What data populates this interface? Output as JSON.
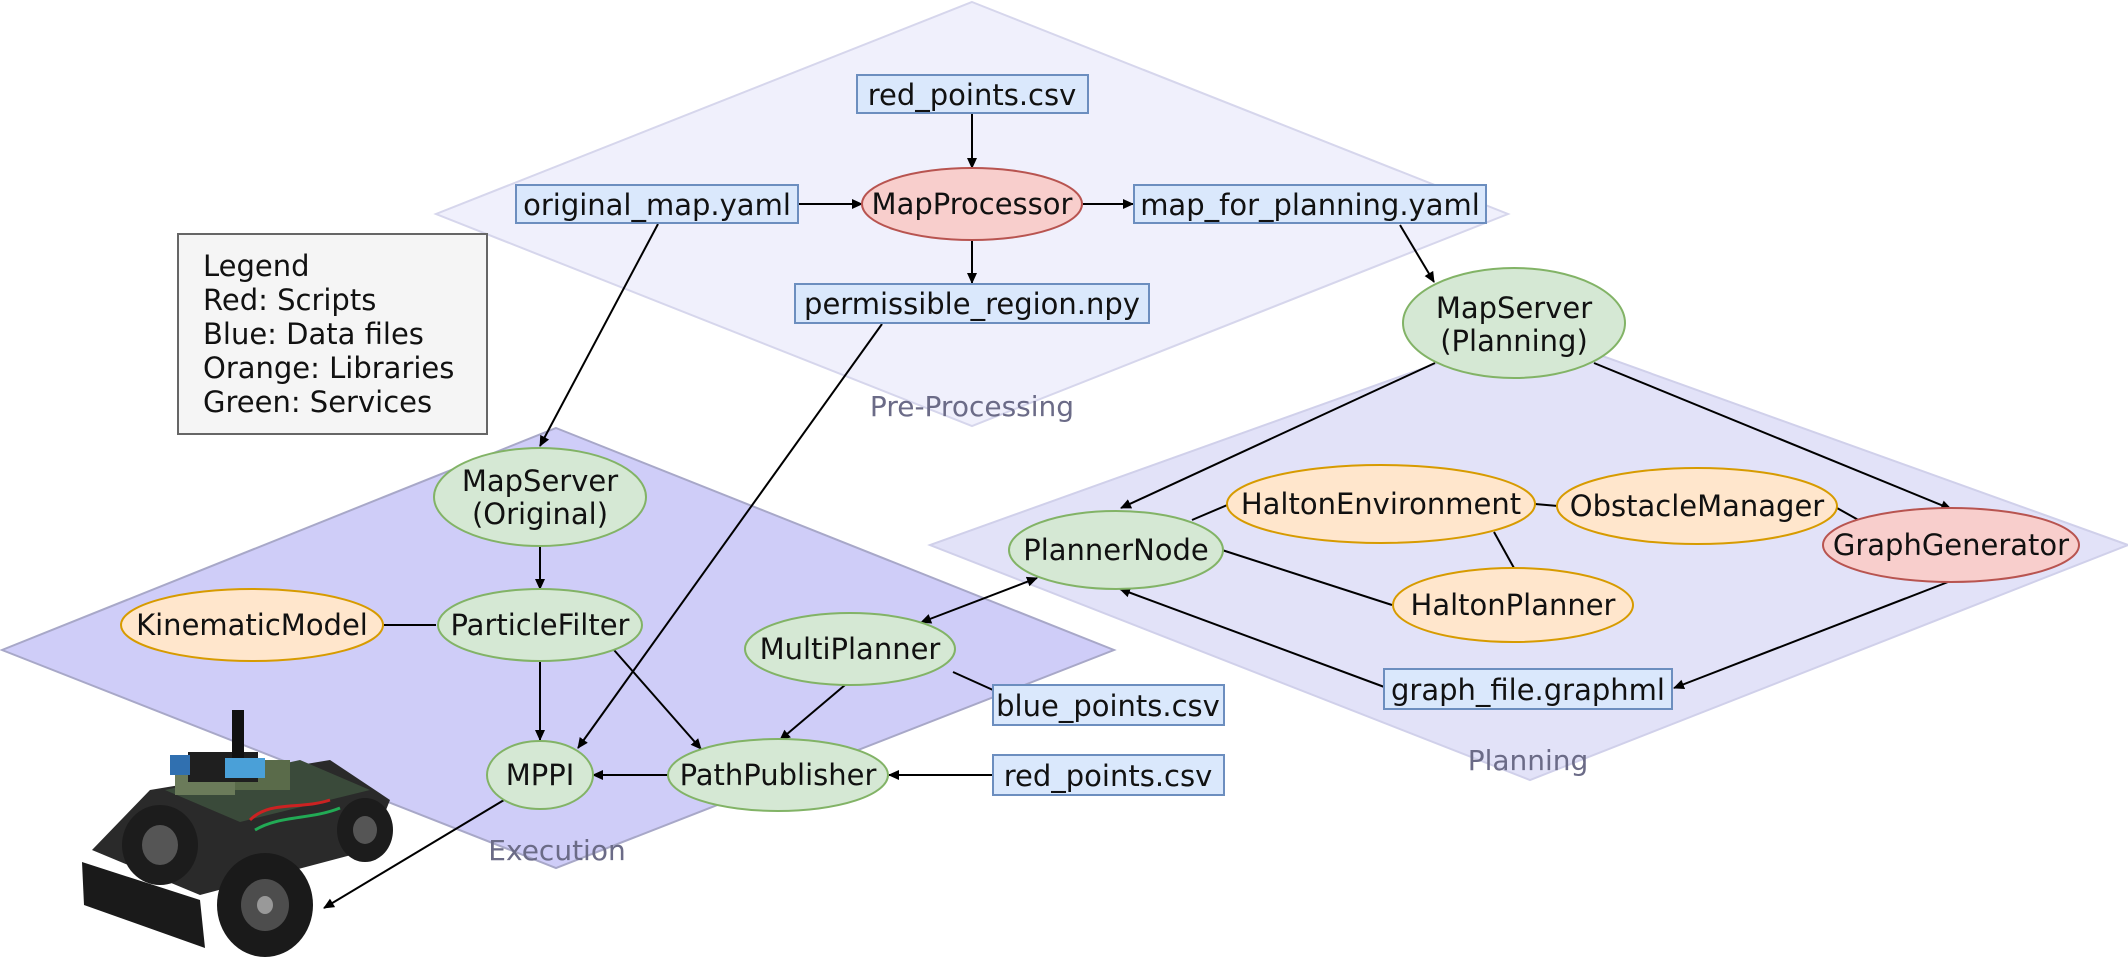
{
  "regions": {
    "preprocessing": "Pre-Processing",
    "planning": "Planning",
    "execution": "Execution"
  },
  "legend": {
    "title": "Legend",
    "items": [
      "Red: Scripts",
      "Blue: Data files",
      "Orange: Libraries",
      "Green: Services"
    ]
  },
  "nodes": {
    "red_points_top": "red_points.csv",
    "original_map": "original_map.yaml",
    "map_processor": "MapProcessor",
    "map_for_planning": "map_for_planning.yaml",
    "permissible_region": "permissible_region.npy",
    "mapserver_planning": [
      "MapServer",
      "(Planning)"
    ],
    "mapserver_original": [
      "MapServer",
      "(Original)"
    ],
    "planner_node": "PlannerNode",
    "halton_environment": "HaltonEnvironment",
    "obstacle_manager": "ObstacleManager",
    "graph_generator": "GraphGenerator",
    "halton_planner": "HaltonPlanner",
    "graph_file": "graph_file.graphml",
    "kinematic_model": "KinematicModel",
    "particle_filter": "ParticleFilter",
    "multi_planner": "MultiPlanner",
    "blue_points": "blue_points.csv",
    "mppi": "MPPI",
    "path_publisher": "PathPublisher",
    "red_points_bottom": "red_points.csv"
  },
  "colors": {
    "script_fill": "#f8cecc",
    "script_stroke": "#b85450",
    "data_fill": "#dae8fc",
    "data_stroke": "#6c8ebf",
    "library_fill": "#ffe6cc",
    "library_stroke": "#d79b00",
    "service_fill": "#d5e8d4",
    "service_stroke": "#82b366",
    "preprocessing_region": "#f0f0fc",
    "planning_region": "#e2e2f8",
    "execution_region": "#cfcdf8",
    "legend_fill": "#f5f5f5",
    "legend_stroke": "#666666"
  }
}
